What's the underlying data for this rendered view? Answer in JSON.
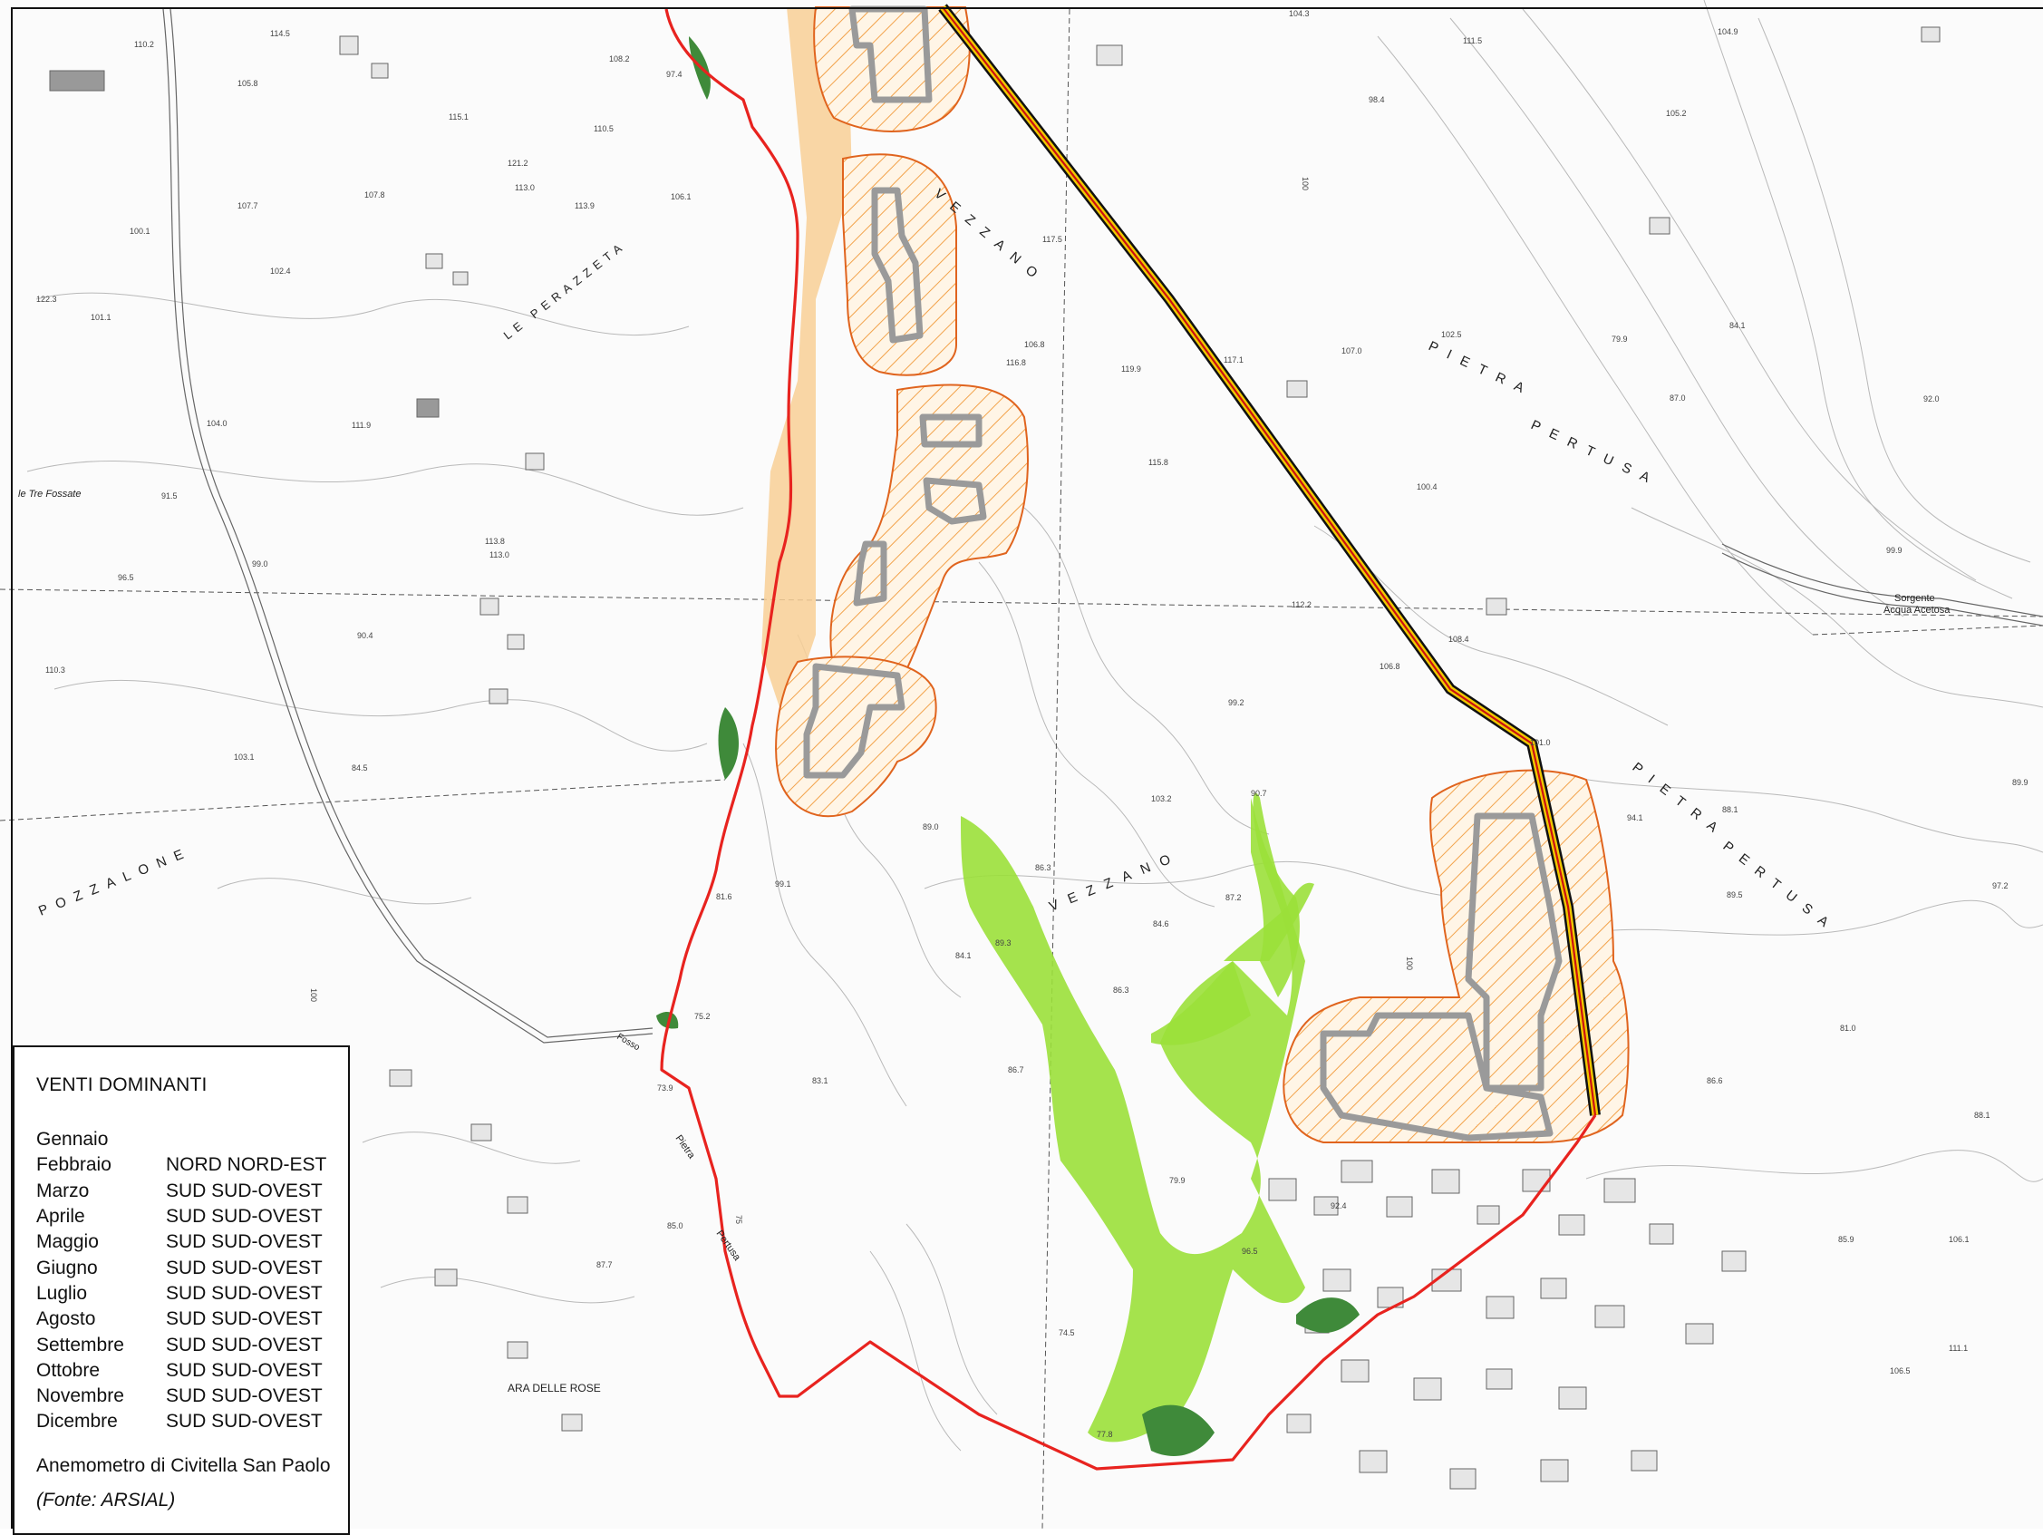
{
  "map": {
    "place_labels": [
      {
        "id": "vezzano-1",
        "text": "VEZZANO"
      },
      {
        "id": "vezzano-2",
        "text": "VEZZANO"
      },
      {
        "id": "le-perazzeta",
        "text": "LE PERAZZETA"
      },
      {
        "id": "pietra-pertusa-1",
        "text": "PIETRA"
      },
      {
        "id": "pietra-pertusa-1b",
        "text": "PERTUSA"
      },
      {
        "id": "pietra-pertusa-2",
        "text": "PIETRA"
      },
      {
        "id": "pietra-pertusa-2b",
        "text": "PERTUSA"
      },
      {
        "id": "pozzalone",
        "text": "POZZALONE"
      },
      {
        "id": "ara-delle-rose",
        "text": "ARA DELLE ROSE"
      },
      {
        "id": "le-tre-fossate",
        "text": "le Tre Fossate"
      },
      {
        "id": "sorgente",
        "text": "Sorgente"
      },
      {
        "id": "acqua-acetosa",
        "text": "Acqua Acetosa"
      },
      {
        "id": "fosso",
        "text": "Fosso"
      },
      {
        "id": "pietra-road",
        "text": "Pietra"
      },
      {
        "id": "pertusa-road",
        "text": "Pertusa"
      }
    ],
    "elevations": [
      "110.2",
      "105.8",
      "114.5",
      "108.2",
      "97.4",
      "104.3",
      "111.5",
      "104.9",
      "105.2",
      "98.4",
      "110.5",
      "113.0",
      "107.8",
      "106.1",
      "115.1",
      "121.2",
      "113.9",
      "107.7",
      "100.1",
      "102.4",
      "122.3",
      "101.1",
      "104.0",
      "111.9",
      "91.5",
      "96.5",
      "99.0",
      "90.4",
      "110.3",
      "103.1",
      "84.5",
      "89.9",
      "113.8",
      "113.0",
      "112.2",
      "108.4",
      "106.8",
      "101.0",
      "99.2",
      "103.2",
      "90.7",
      "86.3",
      "87.2",
      "84.6",
      "86.3",
      "84.1",
      "89.0",
      "100.4",
      "115.8",
      "117.5",
      "106.8",
      "119.9",
      "117.1",
      "116.8",
      "107.0",
      "102.5",
      "79.9",
      "87.0",
      "84.1",
      "92.0",
      "99.9",
      "100",
      "100",
      "100",
      "75",
      "94.1",
      "88.1",
      "89.5",
      "97.2",
      "89.3",
      "75.2",
      "73.9",
      "85.0",
      "87.7",
      "83.1",
      "77.8",
      "74.5",
      "79.9",
      "92.4",
      "81.0",
      "88.1",
      "106.1",
      "111.1",
      "106.5",
      "85.9",
      "86.6",
      "81.6",
      "99.1",
      "96.5",
      "86.7"
    ]
  },
  "legend": {
    "title": "VENTI DOMINANTI",
    "rows": [
      {
        "month": "Gennaio",
        "wind": ""
      },
      {
        "month": "Febbraio",
        "wind": "NORD NORD-EST"
      },
      {
        "month": "Marzo",
        "wind": "SUD SUD-OVEST"
      },
      {
        "month": "Aprile",
        "wind": "SUD SUD-OVEST"
      },
      {
        "month": "Maggio",
        "wind": "SUD SUD-OVEST"
      },
      {
        "month": "Giugno",
        "wind": "SUD SUD-OVEST"
      },
      {
        "month": "Luglio",
        "wind": "SUD SUD-OVEST"
      },
      {
        "month": "Agosto",
        "wind": "SUD SUD-OVEST"
      },
      {
        "month": "Settembre",
        "wind": "SUD SUD-OVEST"
      },
      {
        "month": "Ottobre",
        "wind": "SUD SUD-OVEST"
      },
      {
        "month": "Novembre",
        "wind": "SUD SUD-OVEST"
      },
      {
        "month": "Dicembre",
        "wind": "SUD SUD-OVEST"
      }
    ],
    "source_line": "Anemometro di Civitella San Paolo",
    "source_credit": "(Fonte: ARSIAL)"
  },
  "colors": {
    "boundary": "#e8231f",
    "buffer": "#e0641e",
    "buffer_hatch": "#f2a24a",
    "settlement_outline": "#9a9a9a",
    "orange_fill": "#f8cf95",
    "light_green": "#9be03a",
    "dark_green": "#3f8a3a",
    "road_yellow": "#f0c800",
    "road_red": "#cc1111"
  }
}
